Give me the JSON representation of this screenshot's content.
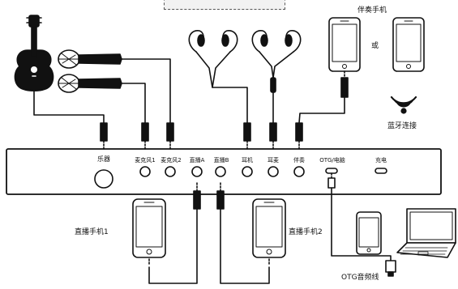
{
  "banner": {
    "title": ""
  },
  "labels": {
    "instrument": "乐器",
    "mic1": "麦克风1",
    "mic2": "麦克风2",
    "live_a": "直播A",
    "live_b": "直播B",
    "earphone": "耳机",
    "earmic": "耳麦",
    "accompaniment": "伴奏",
    "otg_pc": "OTG/电脑",
    "charge": "充电",
    "accompaniment_phone": "伴奏手机",
    "or": "或",
    "bluetooth": "蓝牙连接",
    "live_phone1": "直播手机1",
    "live_phone2": "直播手机2",
    "otg_cable": "OTG音频线"
  },
  "icons": [
    "guitar-icon",
    "microphone-icon",
    "earphone-icon",
    "smartphone-icon",
    "bluetooth-icon",
    "laptop-icon",
    "sound-card-device"
  ]
}
